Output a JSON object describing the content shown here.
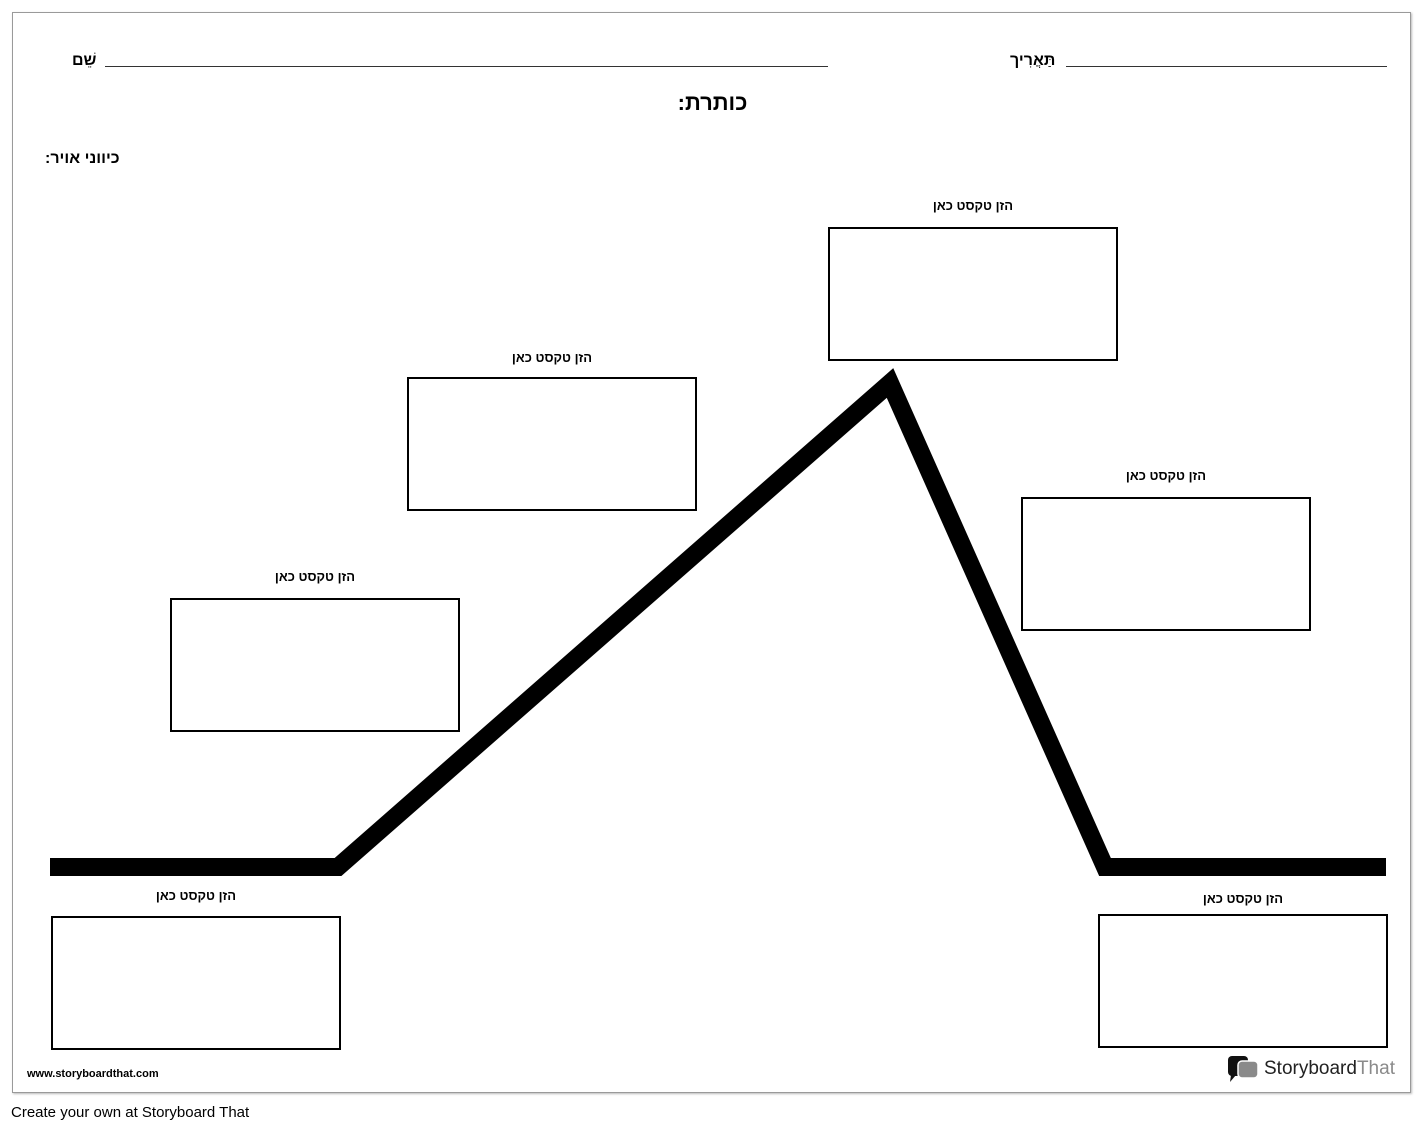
{
  "header": {
    "name_label": "שֵׁם",
    "date_label": "תַּאֲרִיך",
    "title_label": "כותרת:",
    "subtitle_label": "כיווני אויר:"
  },
  "boxes": [
    {
      "label": "הזן טקסט כאן"
    },
    {
      "label": "הזן טקסט כאן"
    },
    {
      "label": "הזן טקסט כאן"
    },
    {
      "label": "הזן טקסט כאן"
    },
    {
      "label": "הזן טקסט כאן"
    },
    {
      "label": "הזן טקסט כאן"
    }
  ],
  "footer": {
    "url": "www.storyboardthat.com",
    "logo_part1": "Storyboard",
    "logo_part2": "That",
    "create_link": "Create your own at Storyboard That"
  },
  "colors": {
    "line": "#000000",
    "logo_gray": "#8a8a8a"
  }
}
